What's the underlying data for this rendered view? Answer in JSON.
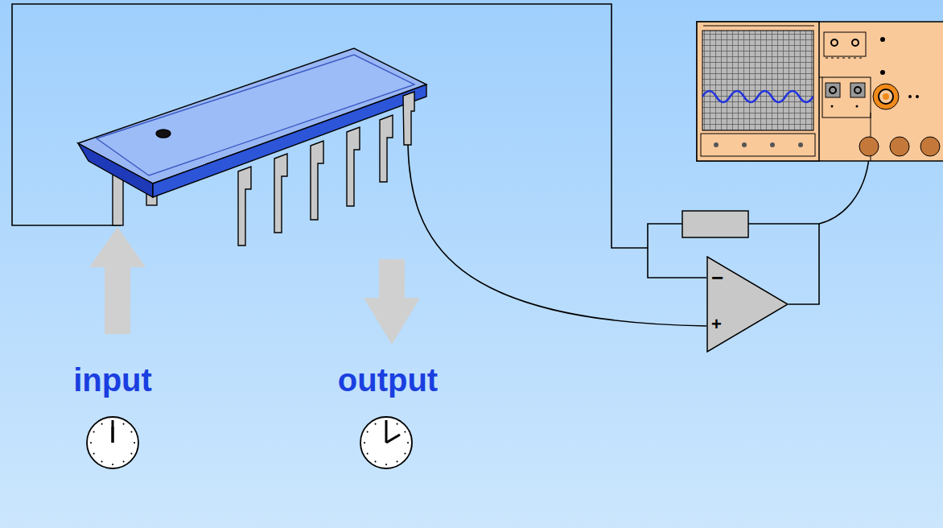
{
  "diagram": {
    "nodes": [
      {
        "text": [
          "−",
          "+"
        ]
      }
    ],
    "labels": [
      "input",
      "output"
    ]
  }
}
